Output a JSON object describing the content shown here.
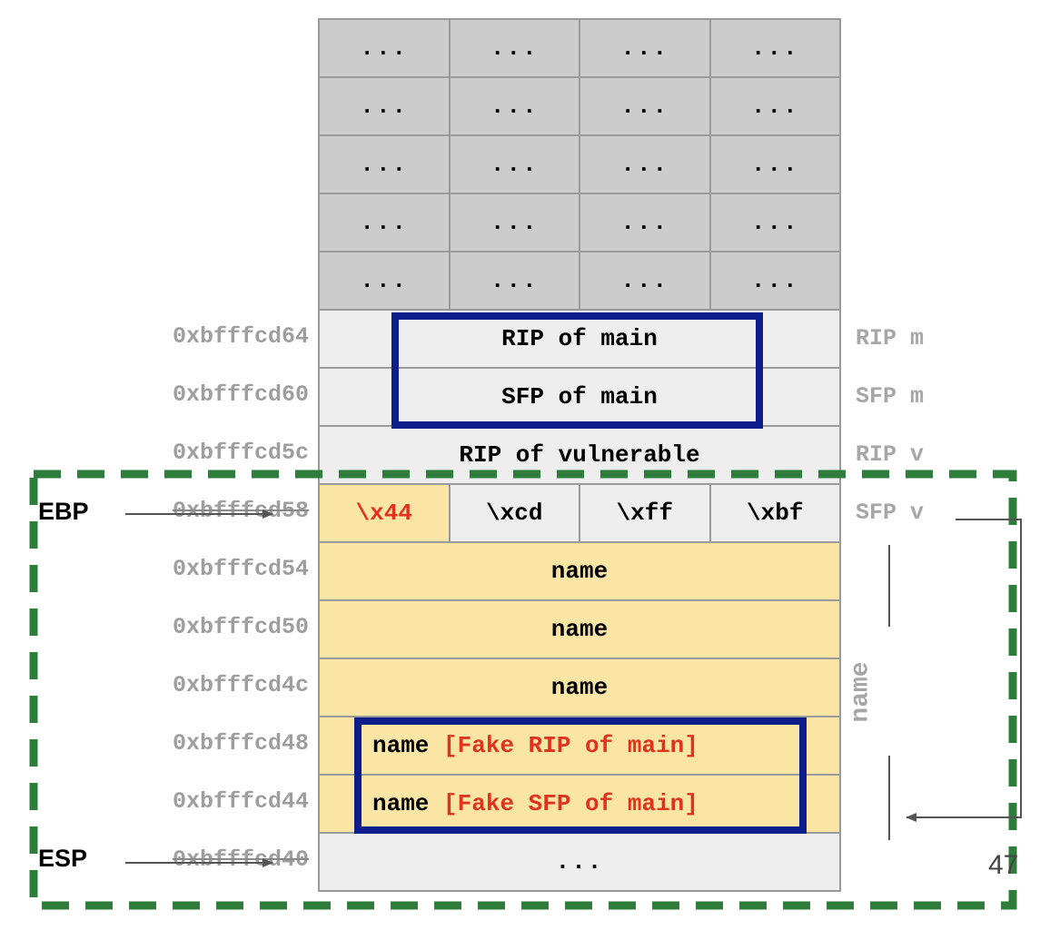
{
  "stack_top": [
    [
      "...",
      "...",
      "...",
      "..."
    ],
    [
      "...",
      "...",
      "...",
      "..."
    ],
    [
      "...",
      "...",
      "...",
      "..."
    ],
    [
      "...",
      "...",
      "...",
      "..."
    ],
    [
      "...",
      "...",
      "...",
      "..."
    ]
  ],
  "rows": {
    "rip_main": {
      "addr": "0xbfffcd64",
      "text": "RIP of main",
      "label": "RIP m"
    },
    "sfp_main": {
      "addr": "0xbfffcd60",
      "text": "SFP of main",
      "label": "SFP m"
    },
    "rip_vuln": {
      "addr": "0xbfffcd5c",
      "text": "RIP of vulnerable",
      "label": "RIP v"
    },
    "sfp_vuln": {
      "addr": "0xbfffcd58",
      "bytes": [
        "\\x44",
        "\\xcd",
        "\\xff",
        "\\xbf"
      ],
      "label": "SFP v"
    },
    "name1": {
      "addr": "0xbfffcd54",
      "text": "name"
    },
    "name2": {
      "addr": "0xbfffcd50",
      "text": "name"
    },
    "name3": {
      "addr": "0xbfffcd4c",
      "text": "name"
    },
    "fake_rip": {
      "addr": "0xbfffcd48",
      "text": "name",
      "note": "[Fake RIP of main]"
    },
    "fake_sfp": {
      "addr": "0xbfffcd44",
      "text": "name",
      "note": "[Fake SFP of main]"
    },
    "bottom": {
      "addr": "0xbfffcd40",
      "text": "..."
    }
  },
  "registers": {
    "ebp": "EBP",
    "esp": "ESP"
  },
  "side_label": "name",
  "page_number": "47",
  "colors": {
    "stack_gray": "#cccccc",
    "frame_light": "#eeeeee",
    "buffer_yellow": "#fbe5a5",
    "highlight_blue": "#0d1e8c",
    "injected_red": "#e0321c",
    "frame_green": "#2e7d3a"
  }
}
